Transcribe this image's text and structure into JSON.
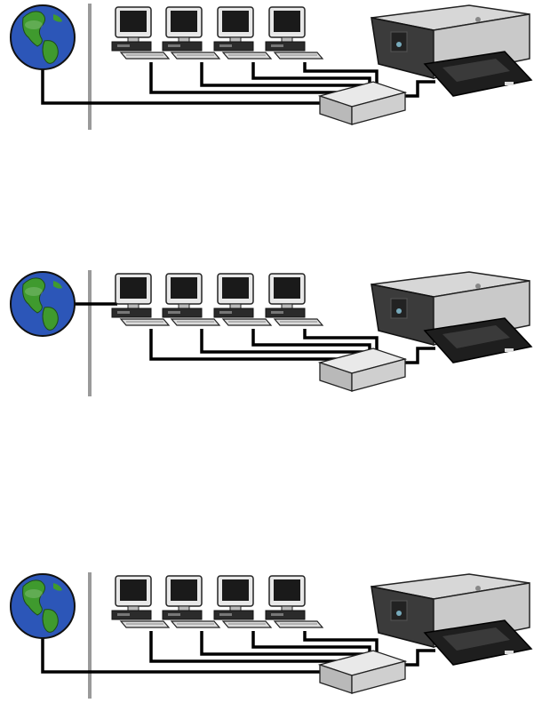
{
  "diagrams": [
    {
      "id": "topology-1",
      "internet_link": "router",
      "computers": 4,
      "printer_link": "router"
    },
    {
      "id": "topology-2",
      "internet_link": "computer-1",
      "computers": 4,
      "printer_link": "router"
    },
    {
      "id": "topology-3",
      "internet_link": "router",
      "computers": 4,
      "printer_link": "router"
    }
  ],
  "icons": {
    "internet": "globe-icon",
    "computer": "desktop-computer-icon",
    "hub": "network-hub-icon",
    "printer": "printer-icon",
    "wall": "wall-divider"
  },
  "colors": {
    "ocean": "#2c56b8",
    "land": "#3f9a2e",
    "cable": "#000000",
    "wall": "#9a9a9a",
    "hub": "#cfcfcf"
  }
}
